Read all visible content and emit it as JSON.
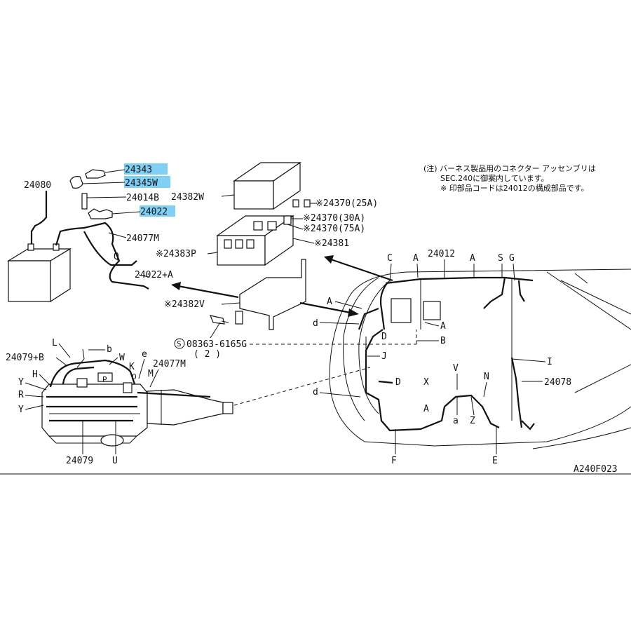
{
  "labels": {
    "p24343": "24343",
    "p24345w": "24345W",
    "p24080": "24080",
    "p24014b": "24014B",
    "p24022": "24022",
    "p24077m_top": "24077M",
    "q": "Q",
    "p24022a": "24022+A",
    "p24382w": "24382W",
    "p24370_25a": "※24370(25A)",
    "p24370_30a": "※24370(30A)",
    "p24370_75a": "※24370(75A)",
    "p24381": "※24381",
    "p24383p": "※24383P",
    "p24382v": "※24382V",
    "bolt": "08363-6165G",
    "bolt_circle": "S",
    "bolt_qty": "( 2 )",
    "p24012": "24012",
    "p24079b": "24079+B",
    "p24077m_bottom": "24077M",
    "p24079": "24079",
    "p24078": "24078",
    "code": "A240F023",
    "L": "L",
    "b": "b",
    "W": "W",
    "K": "K",
    "e": "e",
    "M": "M",
    "Y1": "Y",
    "R": "R",
    "Y2": "Y",
    "H": "H",
    "O": "O",
    "U": "U",
    "P": "P",
    "C": "C",
    "A1": "A",
    "A2": "A",
    "S": "S",
    "G": "G",
    "A3": "A",
    "d1": "d",
    "A4": "A",
    "B": "B",
    "D1": "D",
    "J": "J",
    "I": "I",
    "D2": "D",
    "d2": "d",
    "X": "X",
    "V": "V",
    "N": "N",
    "A5": "A",
    "a": "a",
    "Z": "Z",
    "F": "F",
    "E": "E"
  },
  "note": {
    "line1": "(注) バーネス製品用のコネクター アッセンブリは",
    "line2": "SEC.240に御案内しています。",
    "line3": "※ 印部品コードは24012の構成部品です。"
  },
  "highlight_color": "#7fd0f4"
}
